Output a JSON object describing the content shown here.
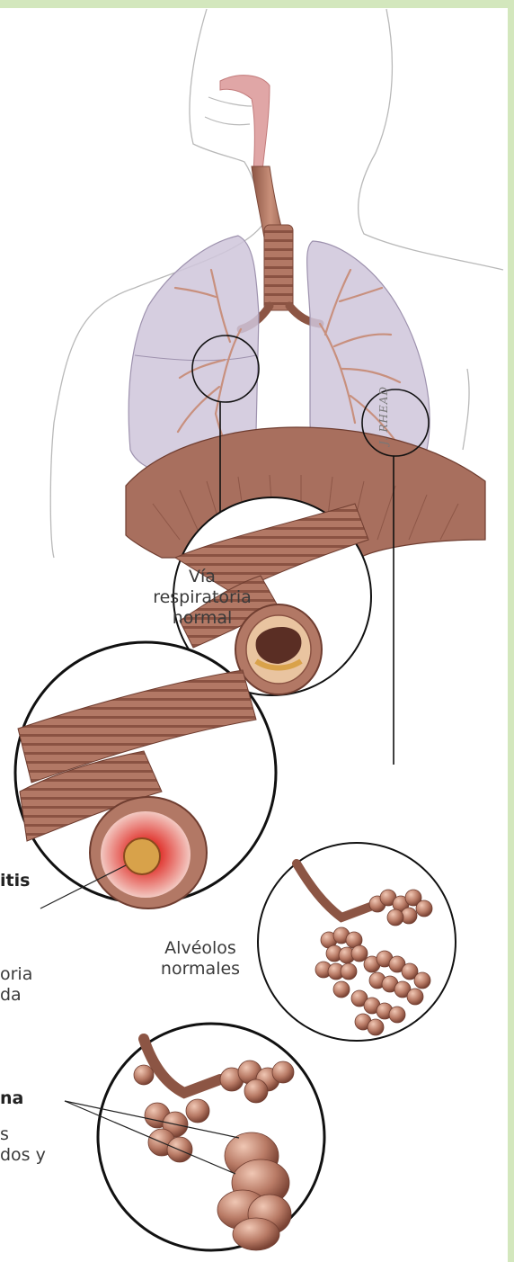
{
  "labels": {
    "normal_airway": "Vía\nrespiratoria\nnormal",
    "bronchitis_title": "itis",
    "bronchitis_desc": "oria\nda",
    "normal_alveoli": "Alvéolos\nnormales",
    "emphysema_title": "na",
    "emphysema_desc": "s\ndos y"
  },
  "signature": "J. RHEAD",
  "colors": {
    "frame": "#d3e7bd",
    "tissue": "#a86f5e",
    "lung": "#ccc3d8",
    "inflamed": "#d9302c"
  }
}
